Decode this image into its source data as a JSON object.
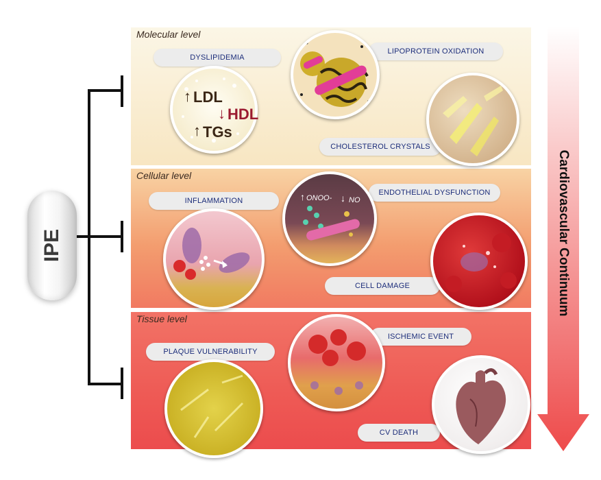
{
  "drug": {
    "label": "IPE"
  },
  "continuum": {
    "label": "Cardiovascular Continuum"
  },
  "levels": [
    {
      "label": "Molecular level"
    },
    {
      "label": "Cellular level"
    },
    {
      "label": "Tissue level"
    }
  ],
  "molecular": {
    "dyslipidemia": "DYSLIPIDEMIA",
    "lipoprotein_oxidation": "LIPOPROTEIN OXIDATION",
    "cholesterol_crystals": "CHOLESTEROL CRYSTALS",
    "ldl": "LDL",
    "hdl": "HDL",
    "tgs": "TGs",
    "up_arrow": "↑",
    "down_arrow": "↓"
  },
  "cellular": {
    "inflammation": "INFLAMMATION",
    "endothelial_dysfunction": "ENDOTHELIAL DYSFUNCTION",
    "cell_damage": "CELL DAMAGE",
    "onoo": "ONOO-",
    "no": "NO",
    "up_arrow": "↑",
    "down_arrow": "↓"
  },
  "tissue": {
    "plaque_vulnerability": "PLAQUE VULNERABILITY",
    "ischemic_event": "ISCHEMIC EVENT",
    "cv_death": "CV DEATH"
  },
  "colors": {
    "pill_text": "#1c2d7a",
    "hdl_red": "#9b1b30",
    "arrow_red": "#ee4b4b"
  }
}
